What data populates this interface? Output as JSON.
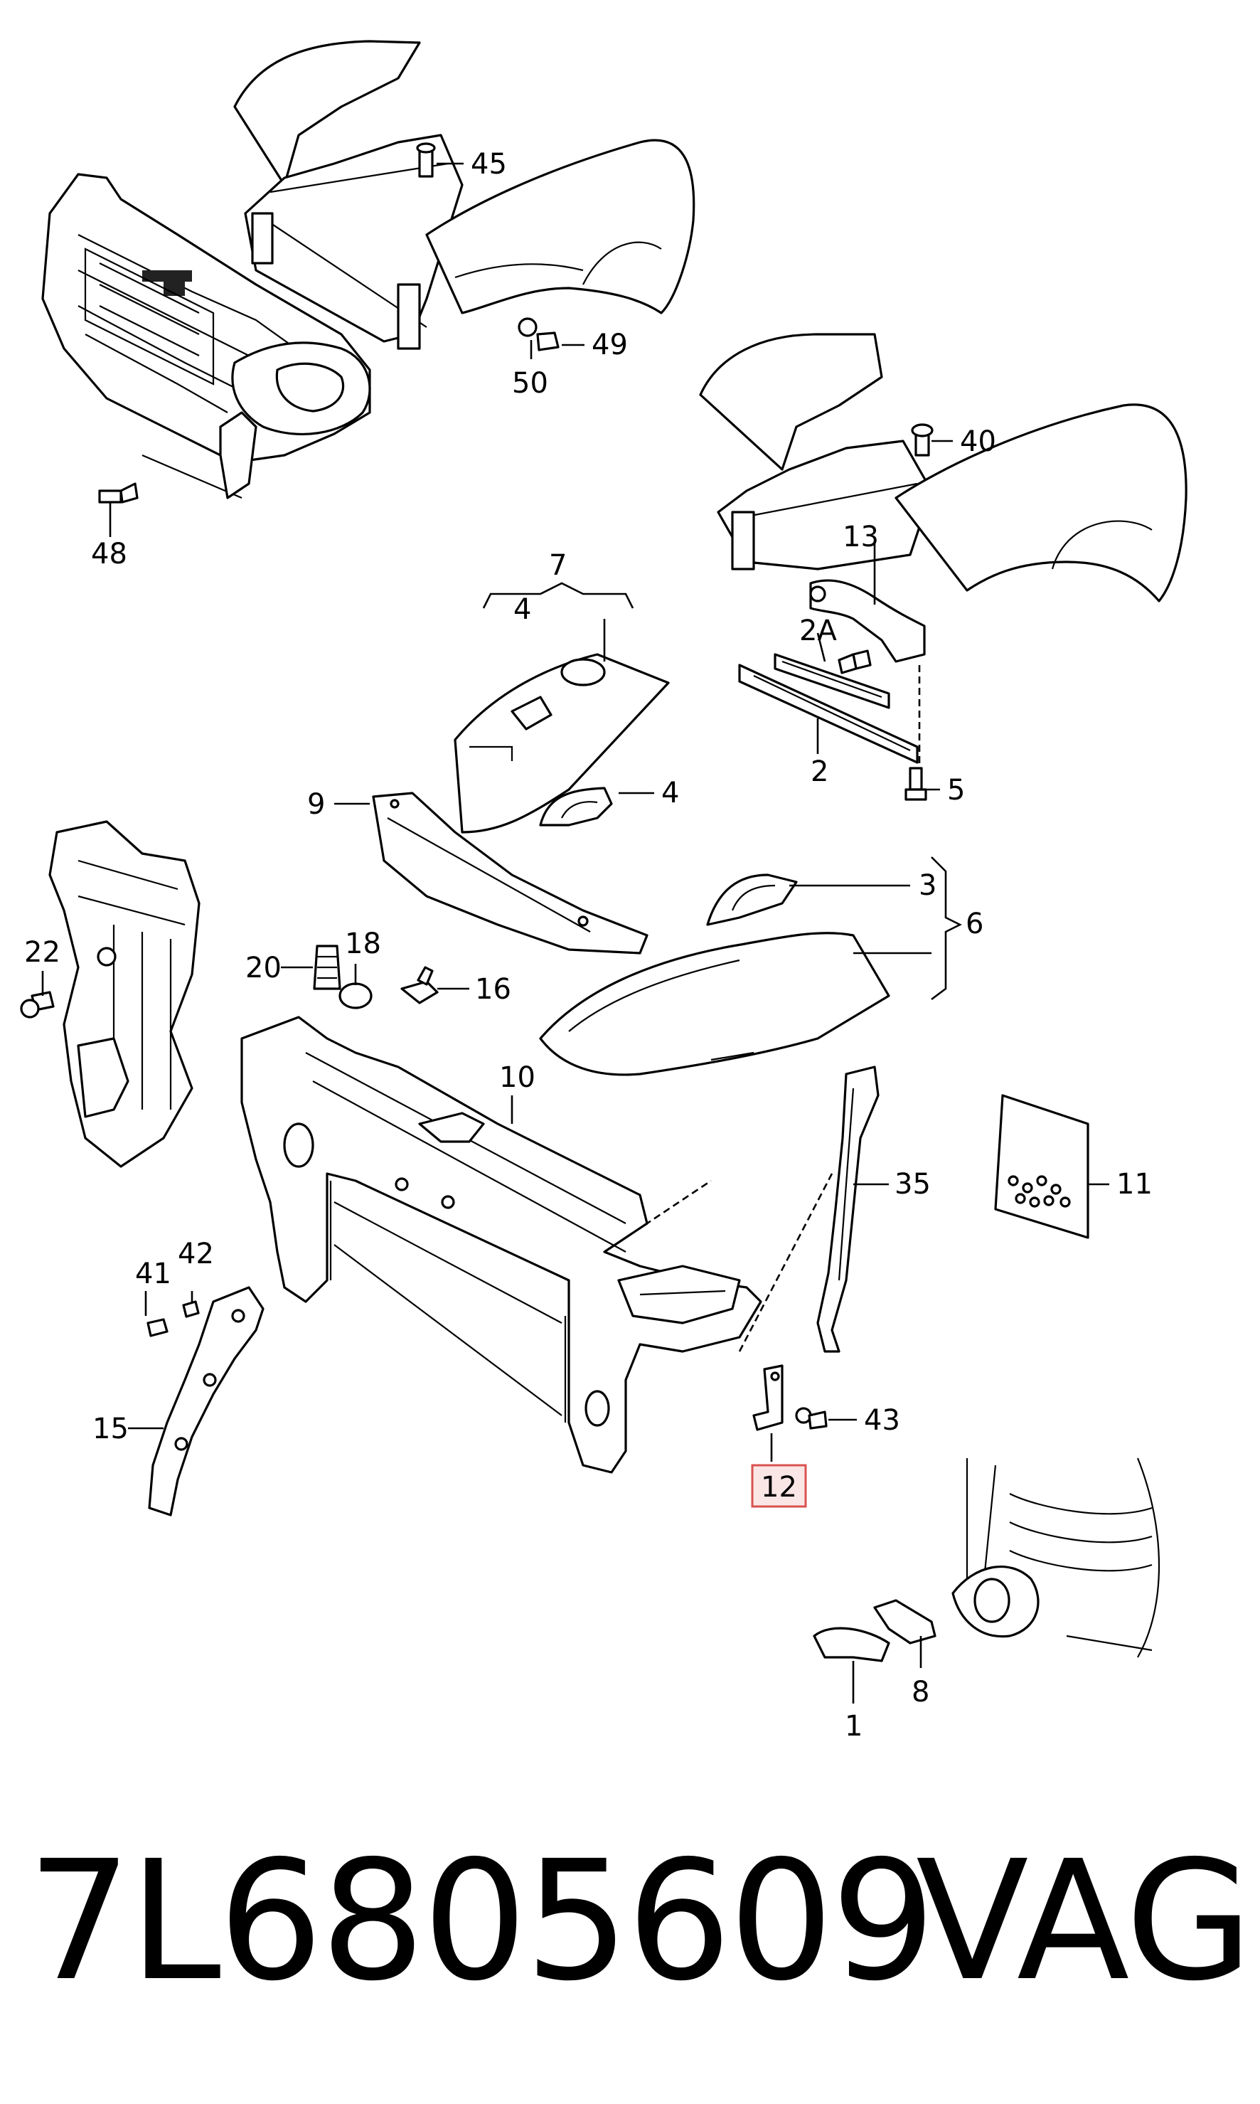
{
  "part_number": "7L6805609",
  "brand": "VAG",
  "highlighted_callout": "12",
  "highlight_color": "#d9534f",
  "callouts": [
    "45",
    "49",
    "50",
    "48",
    "40",
    "13",
    "2A",
    "2",
    "5",
    "7",
    "4",
    "4",
    "9",
    "3",
    "6",
    "22",
    "20",
    "18",
    "16",
    "10",
    "35",
    "11",
    "42",
    "41",
    "15",
    "43",
    "12",
    "8",
    "1"
  ],
  "parts": [
    "fender-upper-assembly",
    "headlight-carrier",
    "grille-assembly",
    "fender-right",
    "bracket-13",
    "seal-strip-2",
    "seal-strip-2a",
    "insulation-mat-4",
    "handle-bracket-4",
    "reinforcement-9",
    "clip-3",
    "insulation-panel-6",
    "mount-22",
    "bump-stop-20",
    "cap-18",
    "clip-16",
    "lock-carrier-10",
    "seal-35",
    "fastener-kit-11",
    "strut-15",
    "bracket-12",
    "fastener-43",
    "bracket-8",
    "bracket-1",
    "wheel-housing"
  ]
}
